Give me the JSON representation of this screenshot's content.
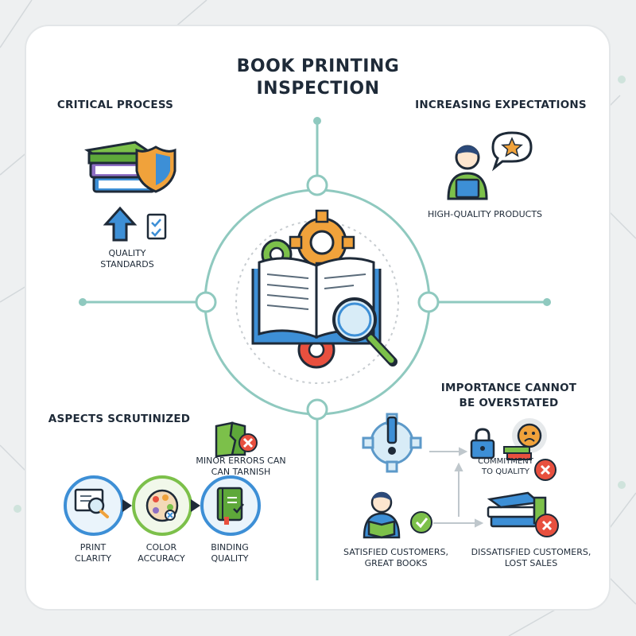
{
  "title": {
    "line1": "BOOK PRINTING",
    "line2": "INSPECTION"
  },
  "quadrants": {
    "critical": {
      "heading": "CRITICAL PROCESS",
      "label_line1": "QUALITY",
      "label_line2": "STANDARDS"
    },
    "expectations": {
      "heading": "INCREASING EXPECTATIONS",
      "label": "HIGH-QUALITY PRODUCTS"
    },
    "aspects": {
      "heading": "ASPECTS SCRUTINIZED",
      "warning_line1": "MINOR ERRORS CAN",
      "warning_line2": "CAN TARNISH",
      "items": [
        {
          "line1": "PRINT",
          "line2": "CLARITY"
        },
        {
          "line1": "COLOR",
          "line2": "ACCURACY"
        },
        {
          "line1": "BINDING",
          "line2": "QUALITY"
        }
      ]
    },
    "importance": {
      "heading_line1": "IMPORTANCE CANNOT",
      "heading_line2": "BE OVERSTATED",
      "commitment_line1": "COMMITMENT",
      "commitment_line2": "TO QUALITY",
      "satisfied_line1": "SATISFIED CUSTOMERS,",
      "satisfied_line2": "GREAT BOOKS",
      "dissatisfied_line1": "DISSATISFIED CUSTOMERS,",
      "dissatisfied_line2": "LOST SALES"
    }
  },
  "icons": [
    "book-stack-shield-icon",
    "up-arrow-icon",
    "checklist-icon",
    "person-laptop-icon",
    "star-speech-bubble-icon",
    "open-book-magnifier-icon",
    "gear-icon",
    "magnifier-page-icon",
    "color-palette-icon",
    "binding-book-icon",
    "torn-book-icon",
    "alert-gear-icon",
    "lock-icon",
    "sad-face-icon",
    "reader-person-icon",
    "check-icon",
    "x-icon",
    "book-stack-icon"
  ],
  "colors": {
    "ring": "#8fc9bf",
    "accent_blue": "#3d8fd6",
    "green": "#7cc04a",
    "orange": "#f0a23b",
    "red": "#e8503f",
    "navy": "#1e2a38"
  }
}
